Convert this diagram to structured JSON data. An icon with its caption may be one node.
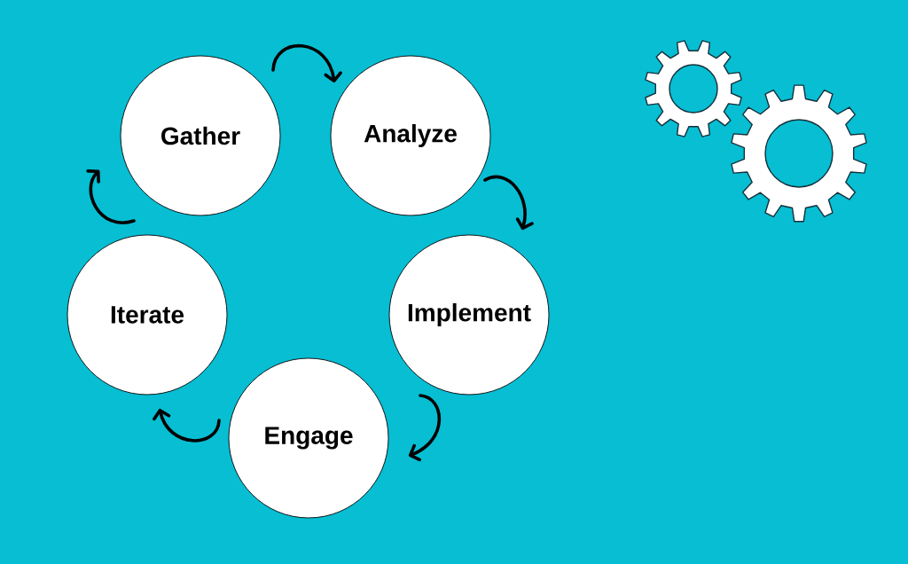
{
  "diagram": {
    "nodes": [
      {
        "text": [
          "Gather"
        ]
      },
      {
        "text": [
          "Analyze"
        ]
      },
      {
        "text": [
          "Implement"
        ]
      },
      {
        "text": [
          "Engage"
        ]
      },
      {
        "text": [
          "Iterate"
        ]
      }
    ],
    "edges": [
      {
        "from": 0,
        "to": 1,
        "arrow": "to"
      },
      {
        "from": 1,
        "to": 2,
        "arrow": "to"
      },
      {
        "from": 2,
        "to": 3,
        "arrow": "to"
      },
      {
        "from": 3,
        "to": 4,
        "arrow": "to"
      },
      {
        "from": 4,
        "to": 0,
        "arrow": "to"
      }
    ]
  }
}
